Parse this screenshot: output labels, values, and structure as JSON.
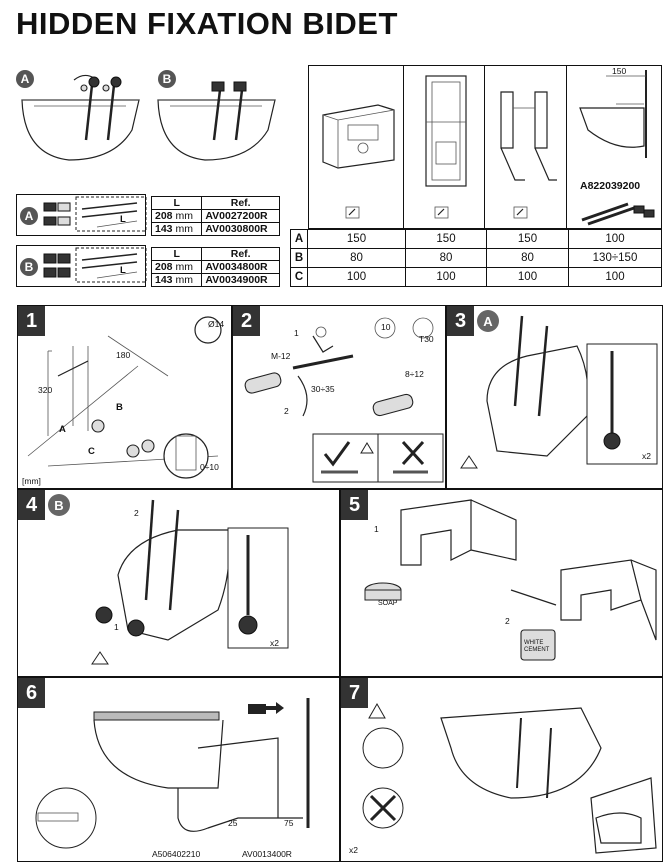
{
  "title": "HIDDEN FIXATION BIDET",
  "variants": {
    "a": "A",
    "b": "B"
  },
  "kit_tables": {
    "headers": {
      "length": "L",
      "ref": "Ref."
    },
    "unit": "mm",
    "a": [
      {
        "length": "208",
        "ref": "AV0027200R"
      },
      {
        "length": "143",
        "ref": "AV0030800R"
      }
    ],
    "b": [
      {
        "length": "208",
        "ref": "AV0034800R"
      },
      {
        "length": "143",
        "ref": "AV0034900R"
      }
    ],
    "diagram_label": "L"
  },
  "dims_table": {
    "rows": [
      {
        "label": "A",
        "values": [
          "150",
          "150",
          "150",
          "100"
        ]
      },
      {
        "label": "B",
        "values": [
          "80",
          "80",
          "80",
          "130÷150"
        ]
      },
      {
        "label": "C",
        "values": [
          "100",
          "100",
          "100",
          "100"
        ]
      }
    ],
    "wall_ref": "A822039200",
    "wall_dim": "150"
  },
  "steps": {
    "s1": {
      "num": "1",
      "drill": "Ø14",
      "dim_180": "180",
      "dim_320": "320",
      "a": "A",
      "b": "B",
      "c": "C",
      "tol": "0÷10",
      "unit": "[mm]"
    },
    "s2": {
      "num": "2",
      "m12": "M-12",
      "range1": "30÷35",
      "range2": "8÷12",
      "key1": "10",
      "key2": "T30",
      "c1": "1",
      "c2": "2"
    },
    "s3": {
      "num": "3",
      "variant": "A",
      "x2": "x2"
    },
    "s4": {
      "num": "4",
      "variant": "B",
      "c1": "1",
      "c2": "2",
      "x2": "x2"
    },
    "s5": {
      "num": "5",
      "c1": "1",
      "c2": "2",
      "soap": "SOAP",
      "cement": "WHITE CEMENT"
    },
    "s6": {
      "num": "6",
      "ref1": "A506402210",
      "ref2": "AV0013400R",
      "d25": "25",
      "d75": "75"
    },
    "s7": {
      "num": "7",
      "x2": "x2"
    }
  }
}
